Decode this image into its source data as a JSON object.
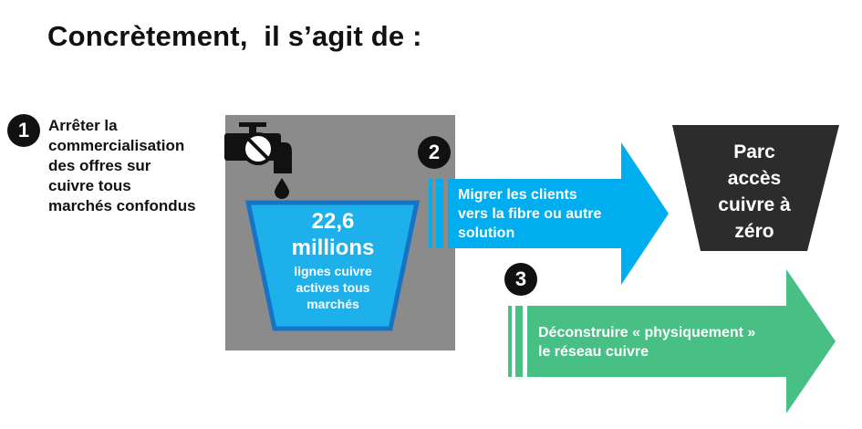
{
  "title": "Concrètement,  il s’agit de :",
  "step1": {
    "number": "1",
    "lines": [
      "Arrêter la",
      "commercialisation",
      "des offres sur",
      "cuivre tous",
      "marchés confondus"
    ]
  },
  "bucket": {
    "value_line1": "22,6",
    "value_line2": "millions",
    "lines": [
      "lignes cuivre",
      "actives tous",
      "marchés"
    ]
  },
  "step2": {
    "number": "2",
    "lines": [
      "Migrer les clients",
      "vers la fibre ou autre",
      "solution"
    ]
  },
  "step3": {
    "number": "3",
    "lines": [
      "Déconstruire « physiquement »",
      "le réseau cuivre"
    ]
  },
  "park": {
    "lines": [
      "Parc",
      "accès",
      "cuivre à",
      "zéro"
    ]
  },
  "icons": [
    "faucet-icon",
    "prohibited-icon",
    "water-drop-icon"
  ],
  "colors": {
    "blue_arrow": "#00aeef",
    "green_arrow": "#48bf84",
    "bucket_fill": "#1eb0ea",
    "bucket_border": "#1673c6",
    "grey_box": "#8b8b8b",
    "dark_trapezoid": "#2c2c2c",
    "badge": "#111111"
  }
}
